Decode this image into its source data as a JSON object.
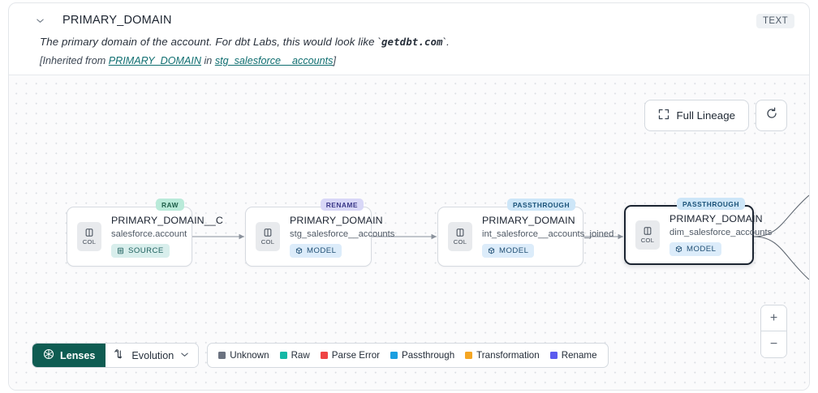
{
  "header": {
    "collapse_icon": "chevron-down-icon",
    "title": "PRIMARY_DOMAIN",
    "type_badge": "TEXT",
    "description_prefix": "The primary domain of the account. For dbt Labs, this would look like `",
    "description_code": "getdbt.com",
    "description_suffix": "`.",
    "inherited_prefix": "[Inherited from ",
    "inherited_link_1": "PRIMARY_DOMAIN",
    "inherited_mid": " in ",
    "inherited_link_2": "stg_salesforce__accounts",
    "inherited_suffix": "]"
  },
  "controls": {
    "full_lineage_label": "Full Lineage",
    "full_lineage_icon": "expand-icon",
    "refresh_icon": "refresh-icon",
    "zoom_in": "+",
    "zoom_out": "−"
  },
  "graph": {
    "nodes": [
      {
        "badge": "RAW",
        "badge_kind": "raw",
        "chip_label": "COL",
        "title": "PRIMARY_DOMAIN__C",
        "subtitle": "salesforce.account",
        "tag": "SOURCE",
        "tag_kind": "source",
        "selected": false
      },
      {
        "badge": "RENAME",
        "badge_kind": "rename",
        "chip_label": "COL",
        "title": "PRIMARY_DOMAIN",
        "subtitle": "stg_salesforce__accounts",
        "tag": "MODEL",
        "tag_kind": "model",
        "selected": false
      },
      {
        "badge": "PASSTHROUGH",
        "badge_kind": "passthrough",
        "chip_label": "COL",
        "title": "PRIMARY_DOMAIN",
        "subtitle": "int_salesforce__accounts_joined",
        "tag": "MODEL",
        "tag_kind": "model",
        "selected": false
      },
      {
        "badge": "PASSTHROUGH",
        "badge_kind": "passthrough",
        "chip_label": "COL",
        "title": "PRIMARY_DOMAIN",
        "subtitle": "dim_salesforce_accounts",
        "tag": "MODEL",
        "tag_kind": "model",
        "selected": true
      }
    ]
  },
  "toolbar": {
    "lenses_label": "Lenses",
    "lenses_icon": "aperture-icon",
    "evolution_label": "Evolution",
    "evolution_icon": "evolution-flow-icon",
    "evolution_caret": "chevron-down-icon"
  },
  "legend": {
    "items": [
      {
        "label": "Unknown",
        "color": "#6b7280"
      },
      {
        "label": "Raw",
        "color": "#14b8a6"
      },
      {
        "label": "Parse Error",
        "color": "#ef4444"
      },
      {
        "label": "Passthrough",
        "color": "#1b9fe0"
      },
      {
        "label": "Transformation",
        "color": "#f5a623"
      },
      {
        "label": "Rename",
        "color": "#5b5bef"
      }
    ]
  }
}
